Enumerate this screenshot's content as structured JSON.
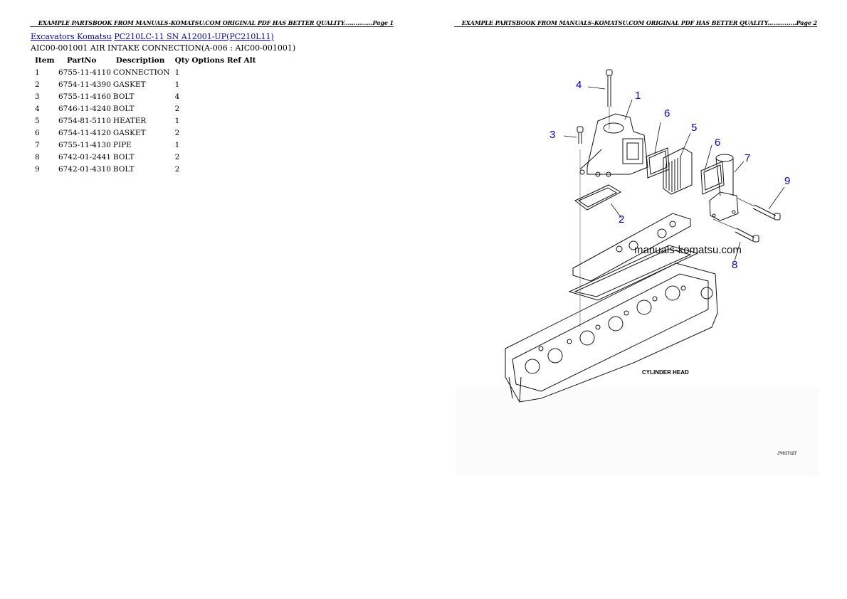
{
  "pages": [
    {
      "header": "EXAMPLE PARTSBOOK FROM MANUALS-KOMATSU.COM ORIGINAL PDF HAS BETTER QUALITY...............Page 1"
    },
    {
      "header": "EXAMPLE PARTSBOOK FROM MANUALS-KOMATSU.COM ORIGINAL PDF HAS BETTER QUALITY...............Page 2"
    }
  ],
  "breadcrumb": {
    "category_link": "Excavators Komatsu",
    "model_link": "PC210LC-11 SN A12001-UP(PC210L11)"
  },
  "section_title": "AIC00-001001 AIR INTAKE CONNECTION(A-006 : AIC00-001001)",
  "table": {
    "columns": [
      "Item",
      "PartNo",
      "Description",
      "Qty",
      "Options",
      "Ref",
      "Alt"
    ],
    "rows": [
      {
        "item": "1",
        "partno": "6755-11-4110",
        "description": "CONNECTION",
        "qty": "1"
      },
      {
        "item": "2",
        "partno": "6754-11-4390",
        "description": "GASKET",
        "qty": "1"
      },
      {
        "item": "3",
        "partno": "6755-11-4160",
        "description": "BOLT",
        "qty": "4"
      },
      {
        "item": "4",
        "partno": "6746-11-4240",
        "description": "BOLT",
        "qty": "2"
      },
      {
        "item": "5",
        "partno": "6754-81-5110",
        "description": "HEATER",
        "qty": "1"
      },
      {
        "item": "6",
        "partno": "6754-11-4120",
        "description": "GASKET",
        "qty": "2"
      },
      {
        "item": "7",
        "partno": "6755-11-4130",
        "description": "PIPE",
        "qty": "1"
      },
      {
        "item": "8",
        "partno": "6742-01-2441",
        "description": "BOLT",
        "qty": "2"
      },
      {
        "item": "9",
        "partno": "6742-01-4310",
        "description": "BOLT",
        "qty": "2"
      }
    ]
  },
  "diagram": {
    "callouts": [
      "4",
      "1",
      "6",
      "3",
      "5",
      "6",
      "7",
      "9",
      "2",
      "8"
    ],
    "watermark": "manuals-komatsu.com",
    "assembly_label": "CYLINDER HEAD",
    "figure_id": "JY017127",
    "callout_color": "#0000cc"
  }
}
